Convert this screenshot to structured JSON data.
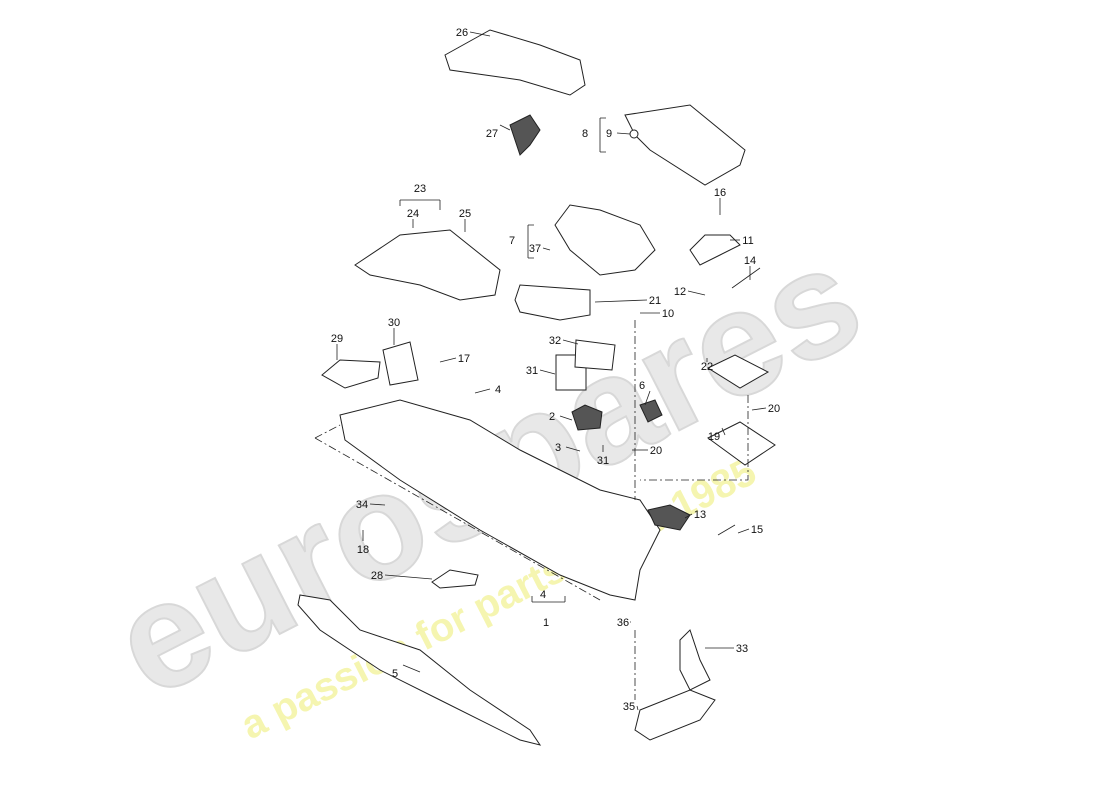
{
  "watermark": {
    "brand": "eurospares",
    "tagline": "a passion for parts since 1985",
    "brand_color": "#e6e6e6",
    "tagline_color": "#f3f3a8"
  },
  "callouts": [
    "26",
    "27",
    "8",
    "9",
    "16",
    "23",
    "24",
    "25",
    "7",
    "37",
    "11",
    "14",
    "12",
    "21",
    "10",
    "29",
    "30",
    "32",
    "17",
    "31",
    "22",
    "4",
    "6",
    "20",
    "2",
    "19",
    "3",
    "31",
    "20",
    "13",
    "15",
    "34",
    "18",
    "28",
    "4",
    "1",
    "36",
    "33",
    "5",
    "35"
  ]
}
